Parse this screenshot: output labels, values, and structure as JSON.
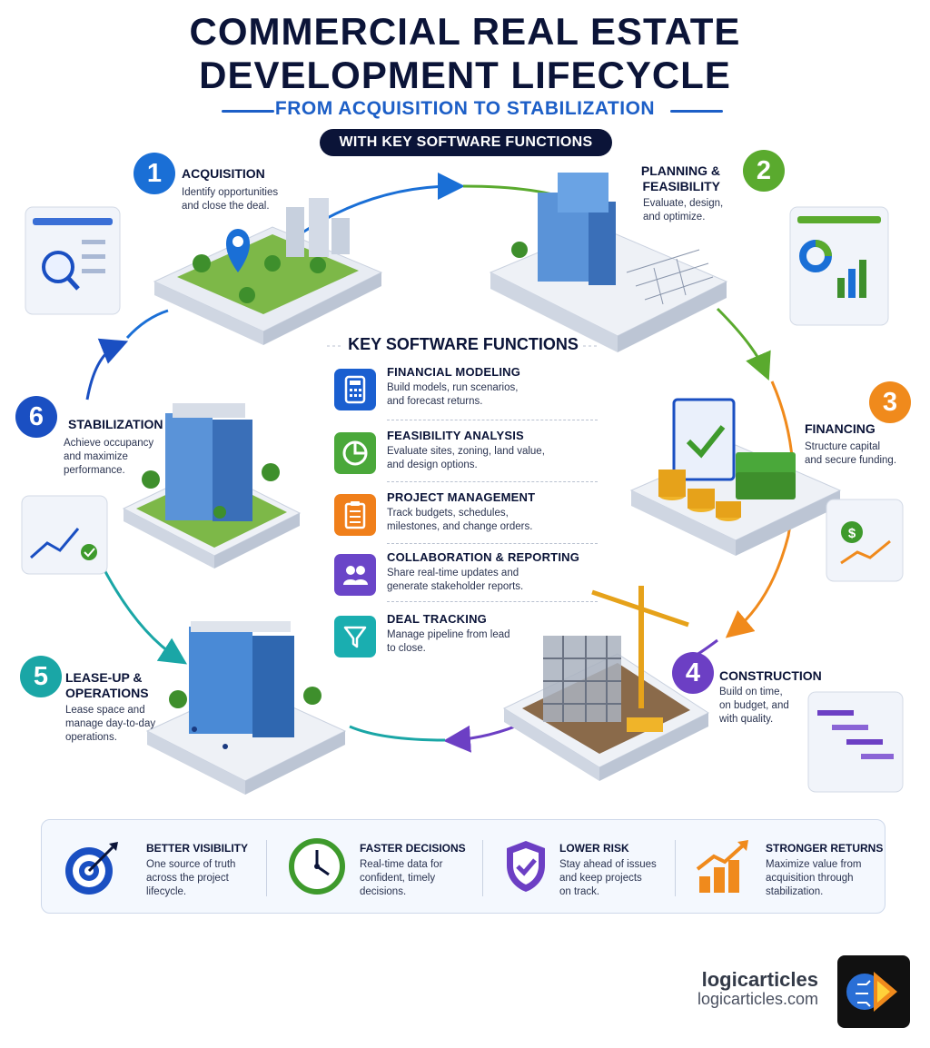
{
  "header": {
    "title_line1": "COMMERCIAL REAL ESTATE",
    "title_line2": "DEVELOPMENT LIFECYCLE",
    "subtitle": "FROM ACQUISITION TO STABILIZATION",
    "pill": "WITH KEY SOFTWARE FUNCTIONS"
  },
  "stages": [
    {
      "number": "1",
      "title": "ACQUISITION",
      "desc": "Identify opportunities\nand close the deal.",
      "color": "#1a6fd6"
    },
    {
      "number": "2",
      "title": "PLANNING &\nFEASIBILITY",
      "desc": "Evaluate, design,\nand optimize.",
      "color": "#5aaa2e"
    },
    {
      "number": "3",
      "title": "FINANCING",
      "desc": "Structure capital\nand secure funding.",
      "color": "#f08a1c"
    },
    {
      "number": "4",
      "title": "CONSTRUCTION",
      "desc": "Build on time,\non budget, and\nwith quality.",
      "color": "#6c3fc4"
    },
    {
      "number": "5",
      "title": "LEASE-UP &\nOPERATIONS",
      "desc": "Lease space and\nmanage day-to-day\noperations.",
      "color": "#1aa6a6"
    },
    {
      "number": "6",
      "title": "STABILIZATION",
      "desc": "Achieve occupancy\nand maximize\nperformance.",
      "color": "#1a4fc2"
    }
  ],
  "key_functions": {
    "title": "KEY SOFTWARE FUNCTIONS",
    "items": [
      {
        "name": "FINANCIAL MODELING",
        "desc": "Build models, run scenarios,\nand forecast returns.",
        "color": "#1a5fd0",
        "icon": "calculator-icon"
      },
      {
        "name": "FEASIBILITY ANALYSIS",
        "desc": "Evaluate sites, zoning, land value,\nand design options.",
        "color": "#4aa83a",
        "icon": "pie-chart-icon"
      },
      {
        "name": "PROJECT MANAGEMENT",
        "desc": "Track budgets, schedules,\nmilestones, and change orders.",
        "color": "#f07f1a",
        "icon": "clipboard-icon"
      },
      {
        "name": "COLLABORATION & REPORTING",
        "desc": "Share real-time updates and\ngenerate stakeholder reports.",
        "color": "#6a45c8",
        "icon": "people-icon"
      },
      {
        "name": "DEAL TRACKING",
        "desc": "Manage pipeline from lead\nto close.",
        "color": "#1aaeb0",
        "icon": "funnel-icon"
      }
    ]
  },
  "benefits": [
    {
      "title": "BETTER VISIBILITY",
      "desc": "One source of truth\nacross the project\nlifecycle.",
      "icon": "target-icon"
    },
    {
      "title": "FASTER DECISIONS",
      "desc": "Real-time data for\nconfident, timely\ndecisions.",
      "icon": "clock-icon"
    },
    {
      "title": "LOWER RISK",
      "desc": "Stay ahead of issues\nand keep projects\non track.",
      "icon": "shield-check-icon"
    },
    {
      "title": "STRONGER RETURNS",
      "desc": "Maximize value from\nacquisition through\nstabilization.",
      "icon": "growth-chart-icon"
    }
  ],
  "brand": {
    "name": "logicarticles",
    "url": "logicarticles.com"
  }
}
